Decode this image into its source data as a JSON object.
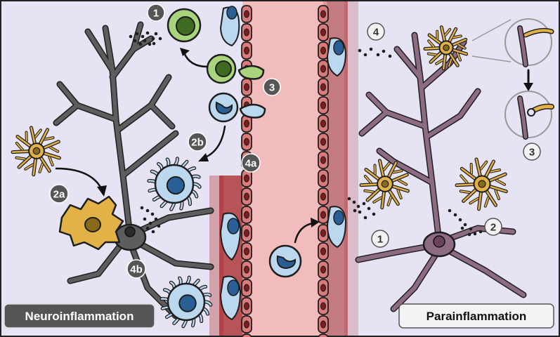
{
  "panels": {
    "left": {
      "title": "Neuroinflammation"
    },
    "right": {
      "title": "Parainflammation"
    }
  },
  "badges": {
    "left": [
      "1",
      "2a",
      "2b",
      "3",
      "4a",
      "4b"
    ],
    "right": [
      "4",
      "3",
      "1",
      "2"
    ]
  },
  "colors": {
    "background": "#e6e4f4",
    "vessel": "#f2bcbc",
    "vessel_wall": "#a82424",
    "endothelial": "#dd7b7b",
    "neuron_left": "#5a5a5a",
    "neuron_right": "#8d6b82",
    "microglia": "#e3b247",
    "lymphocyte": "#a9d47e",
    "monocyte": "#bcd8ef",
    "nucleus": "#2a5f95",
    "badge_dark": "#555555",
    "badge_light": "#f3f3f3"
  },
  "icons": [
    "neuron",
    "microglia",
    "lymphocyte",
    "monocyte",
    "macrophage",
    "endothelial-cell",
    "arrow"
  ]
}
